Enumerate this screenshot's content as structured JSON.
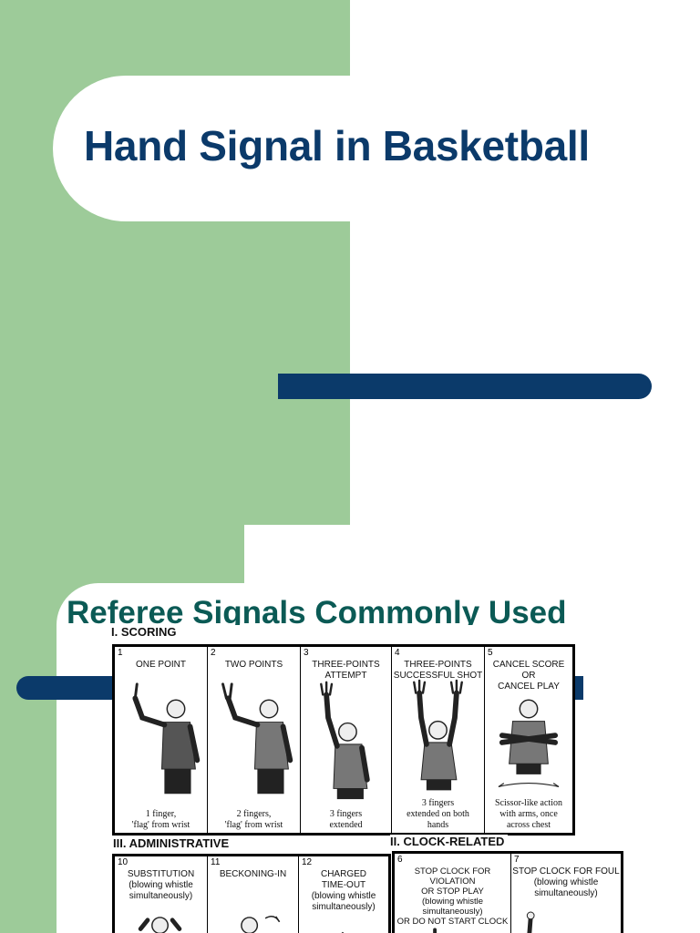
{
  "slide1": {
    "title": "Hand Signal in Basketball"
  },
  "slide2": {
    "title": "Referee Signals Commonly Used",
    "chart": {
      "sections": [
        {
          "label": "I.      SCORING",
          "signals": [
            {
              "number": "1",
              "name": "ONE POINT",
              "description": "1 finger,\n'flag' from wrist"
            },
            {
              "number": "2",
              "name": "TWO POINTS",
              "description": "2 fingers,\n'flag' from wrist"
            },
            {
              "number": "3",
              "name": "THREE-POINTS\nATTEMPT",
              "description": "3 fingers\nextended"
            },
            {
              "number": "4",
              "name": "THREE-POINTS\nSUCCESSFUL SHOT",
              "description": "3 fingers\nextended on both\nhands"
            },
            {
              "number": "5",
              "name": "CANCEL SCORE\nOR\nCANCEL PLAY",
              "description": "Scissor-like action\nwith arms, once\nacross chest"
            }
          ]
        },
        {
          "label": "III.   ADMINISTRATIVE",
          "signals": [
            {
              "number": "10",
              "name": "SUBSTITUTION\n(blowing whistle\nsimultaneously)",
              "description": ""
            },
            {
              "number": "11",
              "name": "BECKONING-IN",
              "description": ""
            },
            {
              "number": "12",
              "name": "CHARGED\nTIME-OUT\n(blowing whistle\nsimultaneously)",
              "description": ""
            }
          ]
        },
        {
          "label": "II.     CLOCK-RELATED",
          "signals": [
            {
              "number": "6",
              "name": "STOP CLOCK FOR VIOLATION\nOR STOP PLAY\n(blowing whistle\nsimultaneously)\nOR DO NOT START CLOCK",
              "description": ""
            },
            {
              "number": "7",
              "name": "STOP CLOCK FOR FOUL\n(blowing whistle\nsimultaneously)",
              "description": ""
            }
          ]
        }
      ]
    }
  }
}
